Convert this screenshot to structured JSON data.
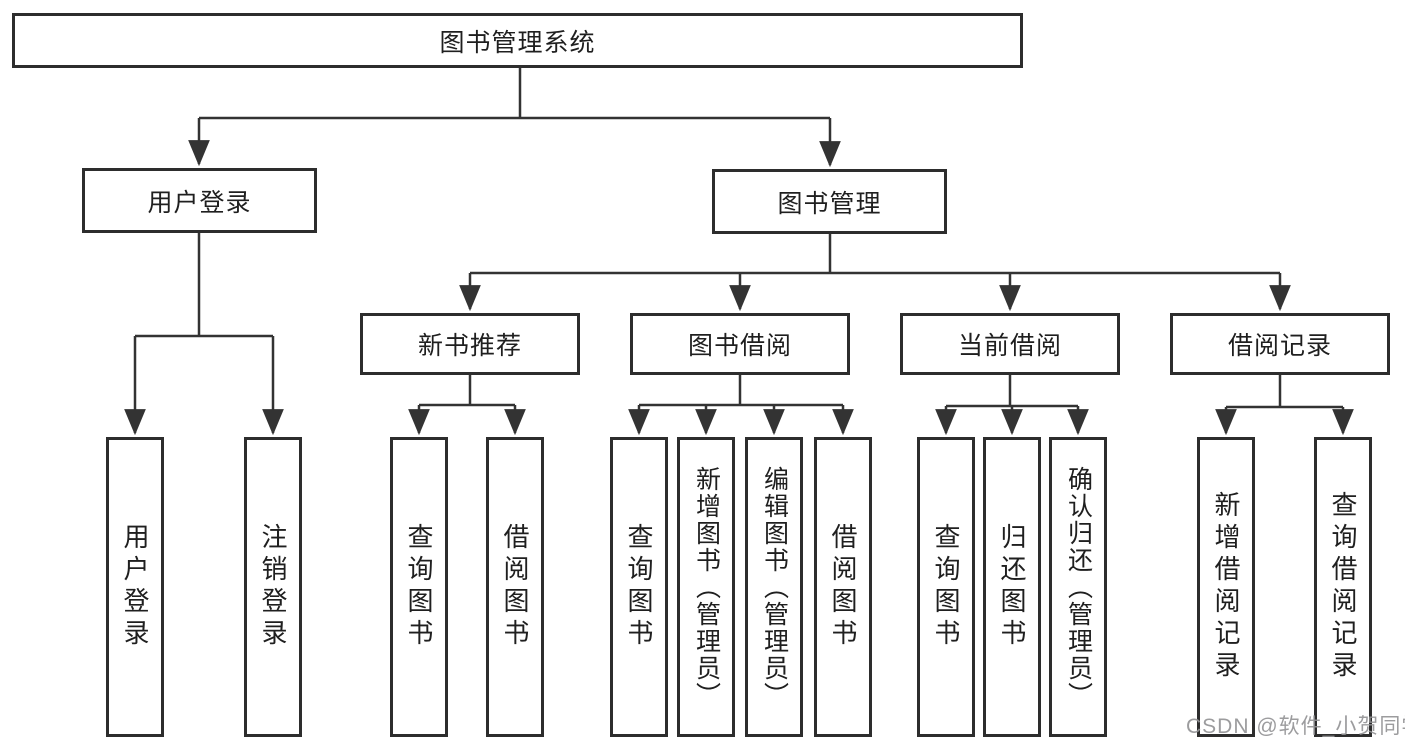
{
  "diagram": {
    "root": {
      "label": "图书管理系统"
    },
    "branches": [
      {
        "label": "用户登录",
        "children": [
          {
            "label": "用户登录"
          },
          {
            "label": "注销登录"
          }
        ]
      },
      {
        "label": "图书管理",
        "children": [
          {
            "label": "新书推荐",
            "children": [
              {
                "label": "查询图书"
              },
              {
                "label": "借阅图书"
              }
            ]
          },
          {
            "label": "图书借阅",
            "children": [
              {
                "label": "查询图书"
              },
              {
                "label": "新增图书（管理员）"
              },
              {
                "label": "编辑图书（管理员）"
              },
              {
                "label": "借阅图书"
              }
            ]
          },
          {
            "label": "当前借阅",
            "children": [
              {
                "label": "查询图书"
              },
              {
                "label": "归还图书"
              },
              {
                "label": "确认归还（管理员）"
              }
            ]
          },
          {
            "label": "借阅记录",
            "children": [
              {
                "label": "新增借阅记录"
              },
              {
                "label": "查询借阅记录"
              }
            ]
          }
        ]
      }
    ],
    "watermark": "CSDN @软件_小贺同学",
    "colors": {
      "line": "#333333",
      "box_border": "#2d2d2d",
      "text": "#1f1f1f",
      "watermark": "#949496",
      "background": "#ffffff"
    }
  }
}
